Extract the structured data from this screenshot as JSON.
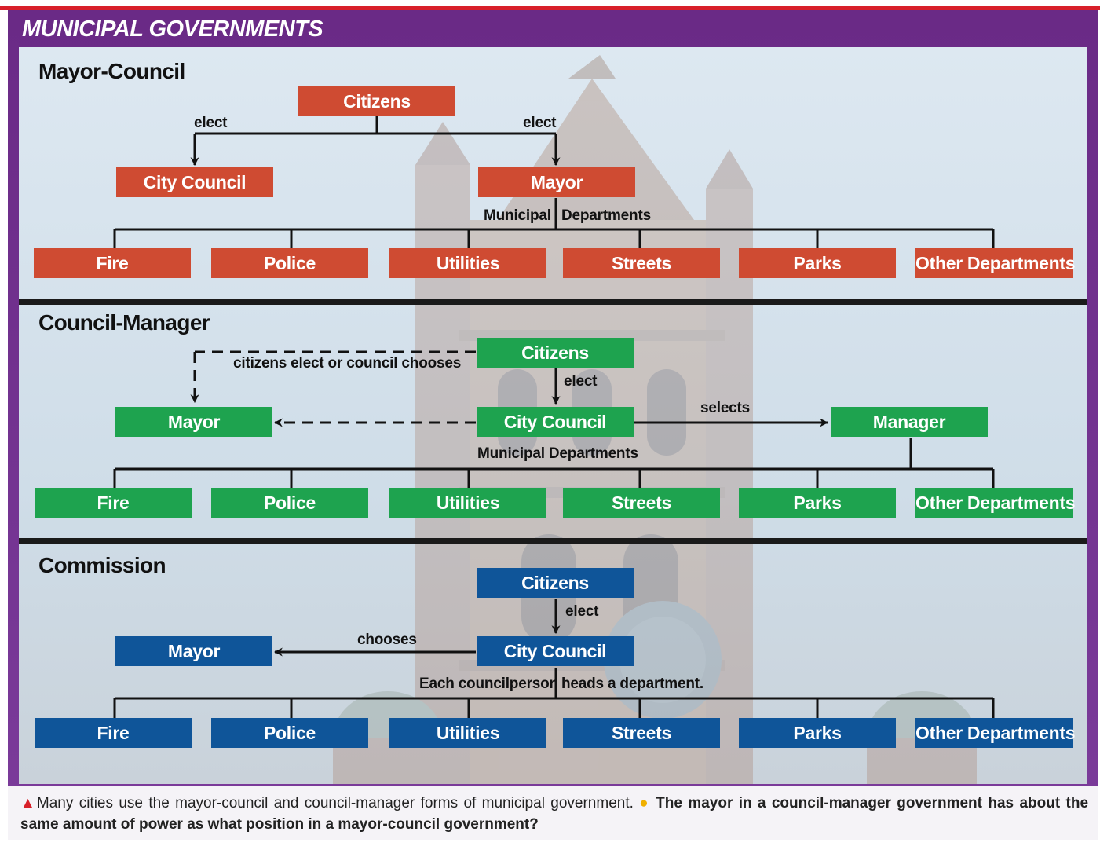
{
  "colors": {
    "red": "#cf4b32",
    "green": "#1ea34f",
    "blue": "#0f5599",
    "frame": "#6a2a86"
  },
  "title": "MUNICIPAL GOVERNMENTS",
  "mayor_council": {
    "heading": "Mayor-Council",
    "citizens": "Citizens",
    "elect_left": "elect",
    "elect_right": "elect",
    "city_council": "City Council",
    "mayor": "Mayor",
    "departments_label_left": "Municipal",
    "departments_label_right": "Departments",
    "departments": [
      "Fire",
      "Police",
      "Utilities",
      "Streets",
      "Parks",
      "Other Departments"
    ]
  },
  "council_manager": {
    "heading": "Council-Manager",
    "citizens": "Citizens",
    "dashed_label": "citizens elect or council chooses",
    "elect": "elect",
    "mayor": "Mayor",
    "city_council": "City Council",
    "selects": "selects",
    "manager": "Manager",
    "departments_label": "Municipal Departments",
    "departments": [
      "Fire",
      "Police",
      "Utilities",
      "Streets",
      "Parks",
      "Other Departments"
    ]
  },
  "commission": {
    "heading": "Commission",
    "citizens": "Citizens",
    "elect": "elect",
    "chooses": "chooses",
    "mayor": "Mayor",
    "city_council": "City Council",
    "departments_label_left": "Each councilperson",
    "departments_label_right": "heads a department.",
    "departments": [
      "Fire",
      "Police",
      "Utilities",
      "Streets",
      "Parks",
      "Other Departments"
    ]
  },
  "caption": {
    "marker": "▲",
    "statement": "Many cities use the mayor-council and council-manager forms of municipal government.",
    "bullet": "●",
    "question": "The mayor in a council-manager government has about the same amount of power as what position in a mayor-council government?"
  }
}
